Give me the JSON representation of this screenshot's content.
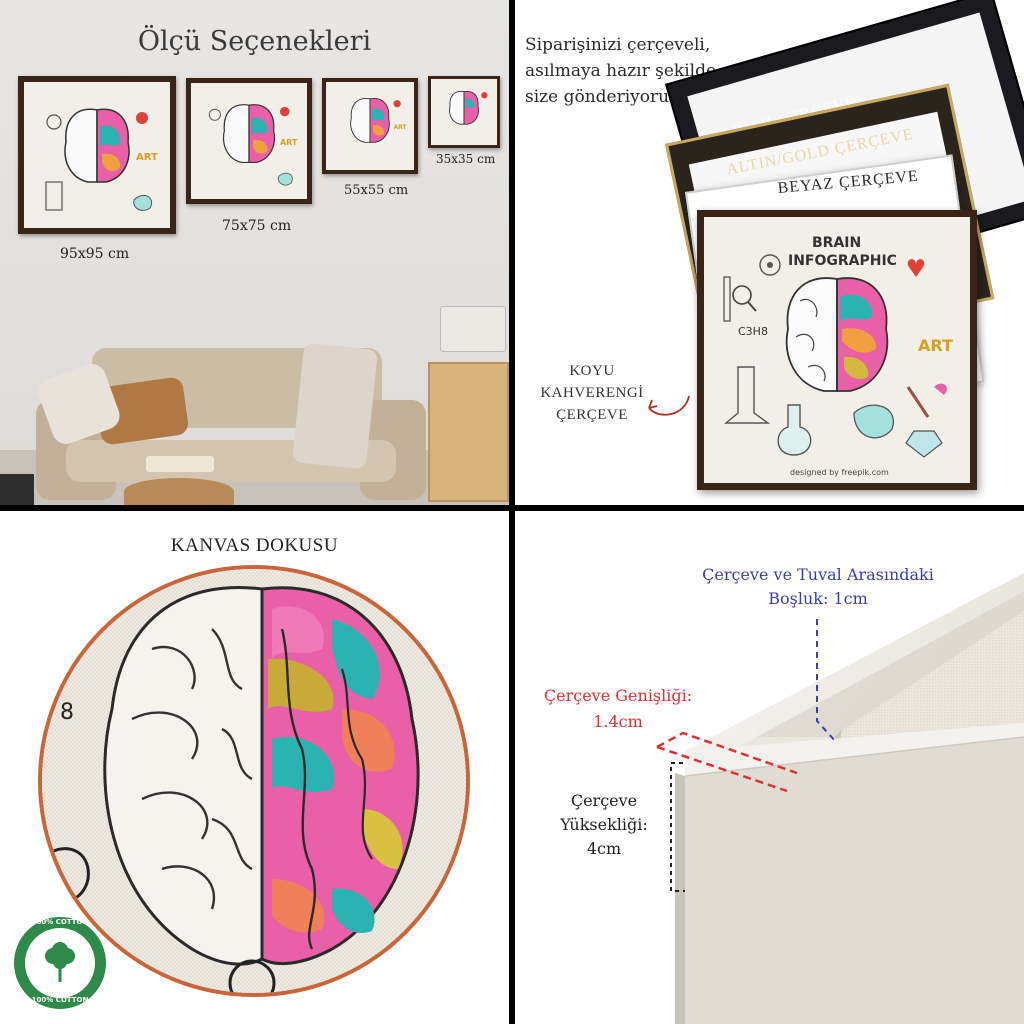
{
  "panel1": {
    "title": "Ölçü Seçenekleri",
    "sizes": [
      "95x95 cm",
      "75x75 cm",
      "55x55 cm",
      "35x35 cm"
    ]
  },
  "panel2": {
    "intro": [
      "Siparişinizi çerçeveli,",
      "asılmaya hazır şekilde",
      "size gönderiyoruz."
    ],
    "frame_labels": {
      "black": "SİYAH ÇERÇEVE",
      "gold": "ALTIN/GOLD ÇERÇEVE",
      "white": "BEYAZ ÇERÇEVE"
    },
    "brown_label": [
      "KOYU",
      "KAHVERENGİ",
      "ÇERÇEVE"
    ]
  },
  "artwork": {
    "title_line1": "BRAIN",
    "title_line2": "INFOGRAPHIC",
    "art_word": "ART",
    "formula": "C3H8",
    "credit": "designed by freepik.com"
  },
  "panel3": {
    "title": "KANVAS DOKUSU",
    "badge_text": "100% COTTON"
  },
  "panel4": {
    "gap_label": [
      "Çerçeve ve Tuval Arasındaki",
      "Boşluk: 1cm"
    ],
    "width_label": [
      "Çerçeve Genişliği:",
      "1.4cm"
    ],
    "height_label": [
      "Çerçeve",
      "Yüksekliği:",
      "4cm"
    ]
  },
  "colors": {
    "wall": "#e6e3e1",
    "dark_brown": "#3a2418",
    "gold": "#c9a860",
    "red_label": "#e03030",
    "blue_label": "#3c3cb4"
  }
}
